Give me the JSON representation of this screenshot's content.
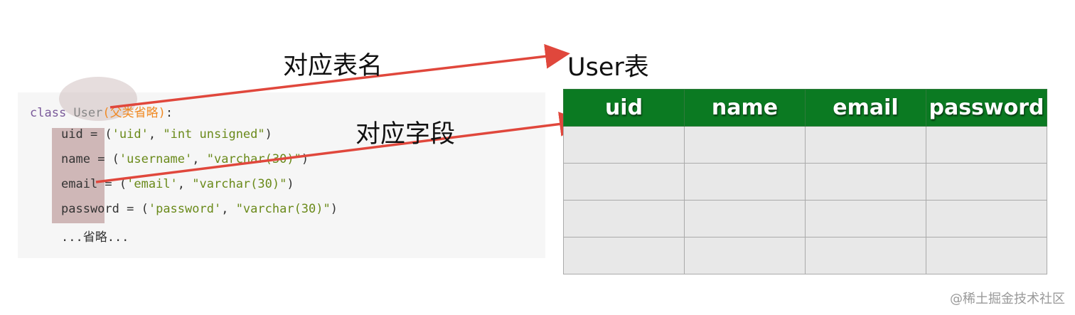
{
  "code": {
    "line1": {
      "kw": "class",
      "cls": " User",
      "par": "(父类省略)",
      "end": ":"
    },
    "fields": [
      {
        "name": "uid",
        "col": "'uid'",
        "type": "\"int unsigned\""
      },
      {
        "name": "name",
        "col": "'username'",
        "type": "\"varchar(30)\""
      },
      {
        "name": "email",
        "col": "'email'",
        "type": "\"varchar(30)\""
      },
      {
        "name": "password",
        "col": "'password'",
        "type": "\"varchar(30)\""
      }
    ],
    "ellipsis": "...省略..."
  },
  "labels": {
    "table_name": "对应表名",
    "field": "对应字段",
    "table_title": "User表"
  },
  "table": {
    "headers": [
      "uid",
      "name",
      "email",
      "password"
    ],
    "empty_rows": 4
  },
  "colors": {
    "header": "#0b7a22",
    "arrow": "#e0473c",
    "cell": "#e8e8e8"
  },
  "watermark": "@稀土掘金技术社区"
}
